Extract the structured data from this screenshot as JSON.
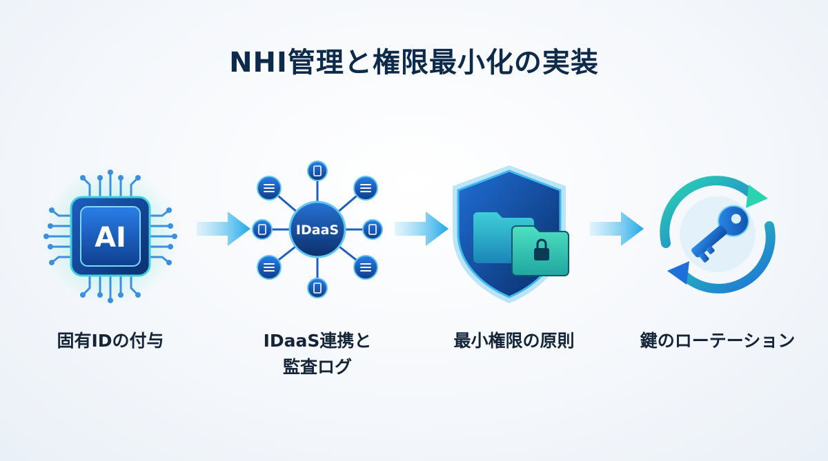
{
  "title": "NHI管理と権限最小化の実装",
  "steps": [
    {
      "label": "固有IDの付与",
      "icon": "ai-chip-icon",
      "icon_text": "AI"
    },
    {
      "label_line1": "IDaaS連携と",
      "label_line2": "監査ログ",
      "icon": "idaas-hub-icon",
      "icon_text": "IDaaS"
    },
    {
      "label": "最小権限の原則",
      "icon": "shield-folder-lock-icon"
    },
    {
      "label": "鍵のローテーション",
      "icon": "key-rotation-icon"
    }
  ],
  "colors": {
    "navy": "#0d2a4a",
    "blue": "#1e6fd9",
    "teal": "#22c3a6",
    "cyan": "#2cb7e8"
  }
}
